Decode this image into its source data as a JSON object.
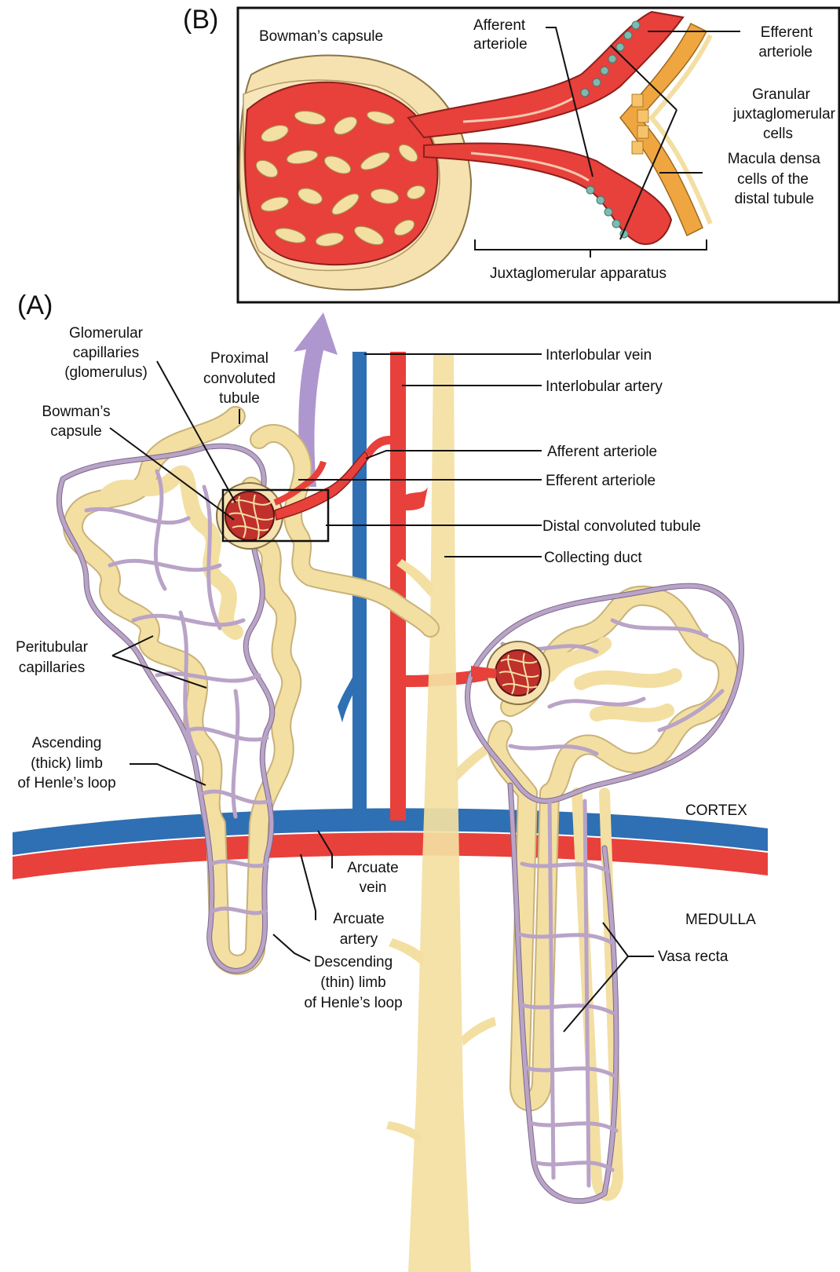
{
  "panel_b": {
    "letter": "(B)",
    "labels": {
      "bowmans_capsule": "Bowman’s capsule",
      "afferent_arteriole": [
        "Afferent",
        "arteriole"
      ],
      "efferent_arteriole": [
        "Efferent",
        "arteriole"
      ],
      "granular_cells": [
        "Granular",
        "juxtaglomerular",
        "cells"
      ],
      "macula_densa": [
        "Macula densa",
        "cells of the",
        "distal tubule"
      ],
      "jg_apparatus": "Juxtaglomerular apparatus"
    }
  },
  "panel_a": {
    "letter": "(A)",
    "labels": {
      "glomerular_capillaries": [
        "Glomerular",
        "capillaries",
        "(glomerulus)"
      ],
      "bowmans_capsule": [
        "Bowman’s",
        "capsule"
      ],
      "proximal_tubule": [
        "Proximal",
        "convoluted",
        "tubule"
      ],
      "interlobular_vein": "Interlobular vein",
      "interlobular_artery": "Interlobular artery",
      "afferent_arteriole": "Afferent arteriole",
      "efferent_arteriole": "Efferent arteriole",
      "distal_tubule": "Distal convoluted tubule",
      "collecting_duct": "Collecting duct",
      "peritubular_capillaries": [
        "Peritubular",
        "capillaries"
      ],
      "ascending_limb": [
        "Ascending",
        "(thick) limb",
        "of Henle’s loop"
      ],
      "cortex": "CORTEX",
      "medulla": "MEDULLA",
      "arcuate_vein": [
        "Arcuate",
        "vein"
      ],
      "arcuate_artery": [
        "Arcuate",
        "artery"
      ],
      "descending_limb": [
        "Descending",
        "(thin) limb",
        "of Henle’s loop"
      ],
      "vasa_recta": "Vasa recta"
    }
  },
  "colors": {
    "artery_red": "#e8403b",
    "vein_blue": "#2f6fb3",
    "tubule_yellow": "#f3dfa2",
    "capillary_purple": "#b9a3c7",
    "capsule_fill": "#f5e2b0",
    "arrow_purple": "#a58bc9",
    "macula_orange": "#f0a640",
    "granular_teal": "#7fb9b0"
  }
}
